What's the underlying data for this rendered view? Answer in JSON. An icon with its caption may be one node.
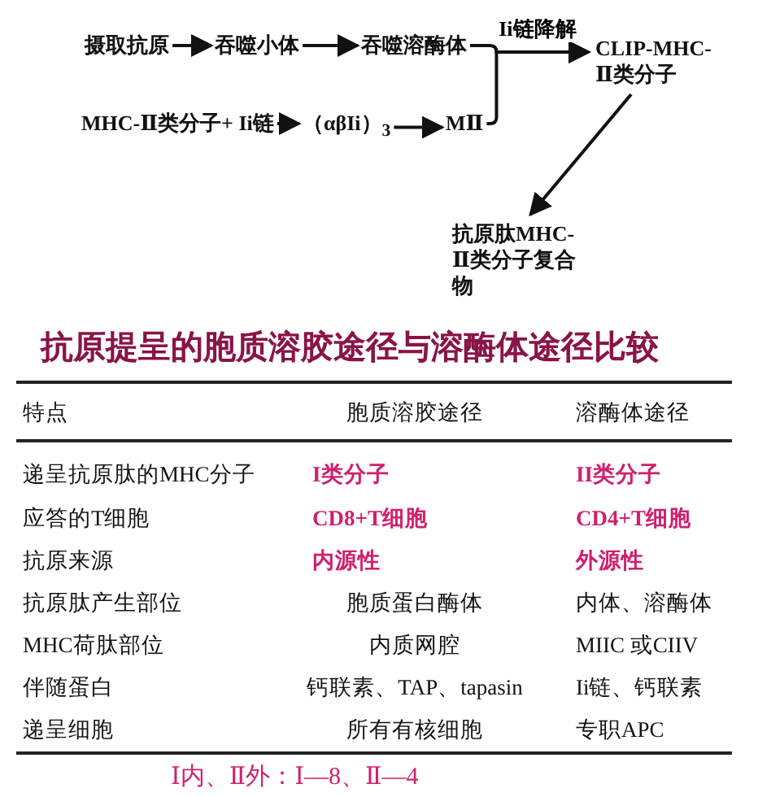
{
  "diagram": {
    "title": "抗原提呈的胞质溶胶途径与溶酶体途径比较",
    "nodes": [
      {
        "text": [
          "摄取抗原"
        ]
      },
      {
        "text": [
          "吞噬小体"
        ]
      },
      {
        "text": [
          "吞噬溶酶体"
        ]
      },
      {
        "text": [
          "MHC-Ⅱ类分子+ Ii链"
        ]
      },
      {
        "text": [
          "（αβIi）$_{3}$"
        ]
      },
      {
        "text": [
          "MⅡ"
        ]
      },
      {
        "text": [
          "CLIP-MHC-Ⅱ类分子"
        ]
      },
      {
        "text": [
          "抗原肽MHC-Ⅱ类分子复合物"
        ]
      }
    ],
    "edges": [
      {
        "from": 0,
        "to": 1,
        "arrow": "to"
      },
      {
        "from": 1,
        "to": 2,
        "arrow": "to"
      },
      {
        "from": 3,
        "to": 4,
        "arrow": "to"
      },
      {
        "from": 4,
        "to": 5,
        "arrow": "to"
      },
      {
        "from": 2,
        "to": 6,
        "arrow": "to",
        "label": "Ii链降解"
      },
      {
        "from": 5,
        "to": 6,
        "arrow": "to"
      },
      {
        "from": 6,
        "to": 7,
        "arrow": "to"
      }
    ],
    "labels": [
      "特点",
      "胞质溶胶途径",
      "溶酶体途径",
      "递呈抗原肽的MHC分子",
      "I类分子",
      "II类分子",
      "应答的T细胞",
      "CD8+T细胞",
      "CD4+T细胞",
      "抗原来源",
      "内源性",
      "外源性",
      "抗原肽产生部位",
      "胞质蛋白酶体",
      "内体、溶酶体",
      "MHC荷肽部位",
      "内质网腔",
      "MIIC 或CIIV",
      "伴随蛋白",
      "钙联素、TAP、tapasin",
      "Ii链、钙联素",
      "递呈细胞",
      "所有有核细胞",
      "专职APC",
      "Ⅰ内、Ⅱ外：Ⅰ—8、Ⅱ—4"
    ]
  }
}
